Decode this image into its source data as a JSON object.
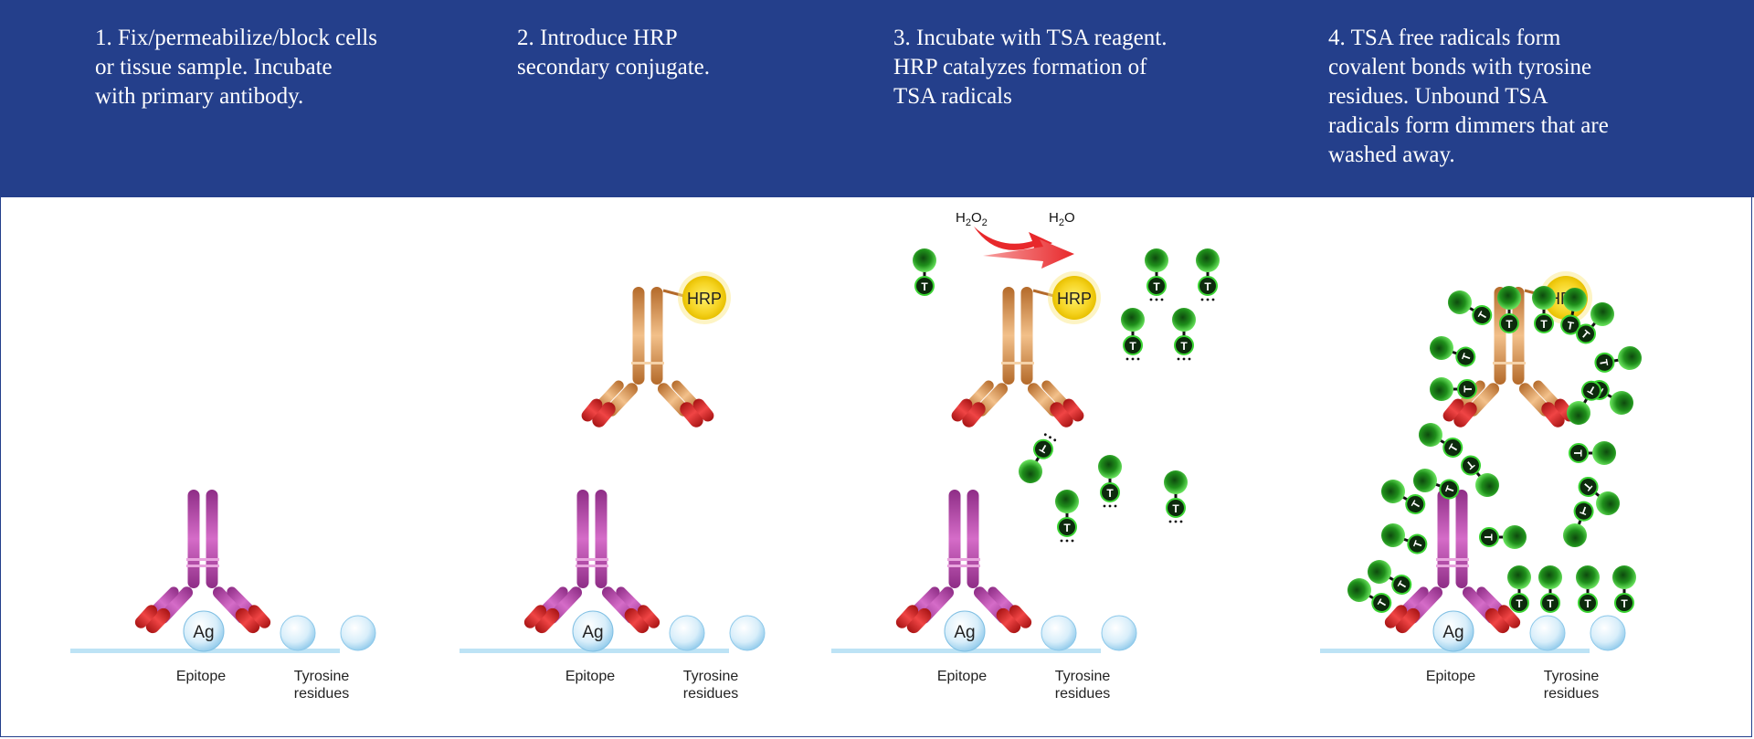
{
  "steps": [
    {
      "number": "1.",
      "text": "Fix/permeabilize/block cells\n   or tissue sample. Incubate\n   with primary antibody."
    },
    {
      "number": "2.",
      "text": "Introduce HRP\n   secondary conjugate."
    },
    {
      "number": "3.",
      "text": "Incubate with TSA reagent.\n   HRP catalyzes formation of\n   TSA radicals"
    },
    {
      "number": "4.",
      "text": "TSA free radicals form\n   covalent bonds with tyrosine\n   residues. Unbound TSA\n   radicals form dimmers that are\n   washed away."
    }
  ],
  "labels": {
    "antigen": "Ag",
    "hrp": "HRP",
    "tyramide": "T",
    "epitope": "Epitope",
    "tyrosine_line1": "Tyrosine",
    "tyrosine_line2": "residues",
    "h2o2": "H",
    "h2o2_sub1": "2",
    "h2o2_o": "O",
    "h2o2_sub2": "2",
    "h2o": "H",
    "h2o_sub": "2",
    "h2o_o": "O"
  },
  "colors": {
    "header_bg": "#243f8b",
    "primary_antibody": "#c04aa8",
    "secondary_antibody": "#d9964a",
    "antibody_tip": "#d92727",
    "hrp": "#f5d320",
    "tsa": "#27c21f",
    "reaction_arrow": "#e8282b",
    "membrane": "#bde3f5"
  }
}
